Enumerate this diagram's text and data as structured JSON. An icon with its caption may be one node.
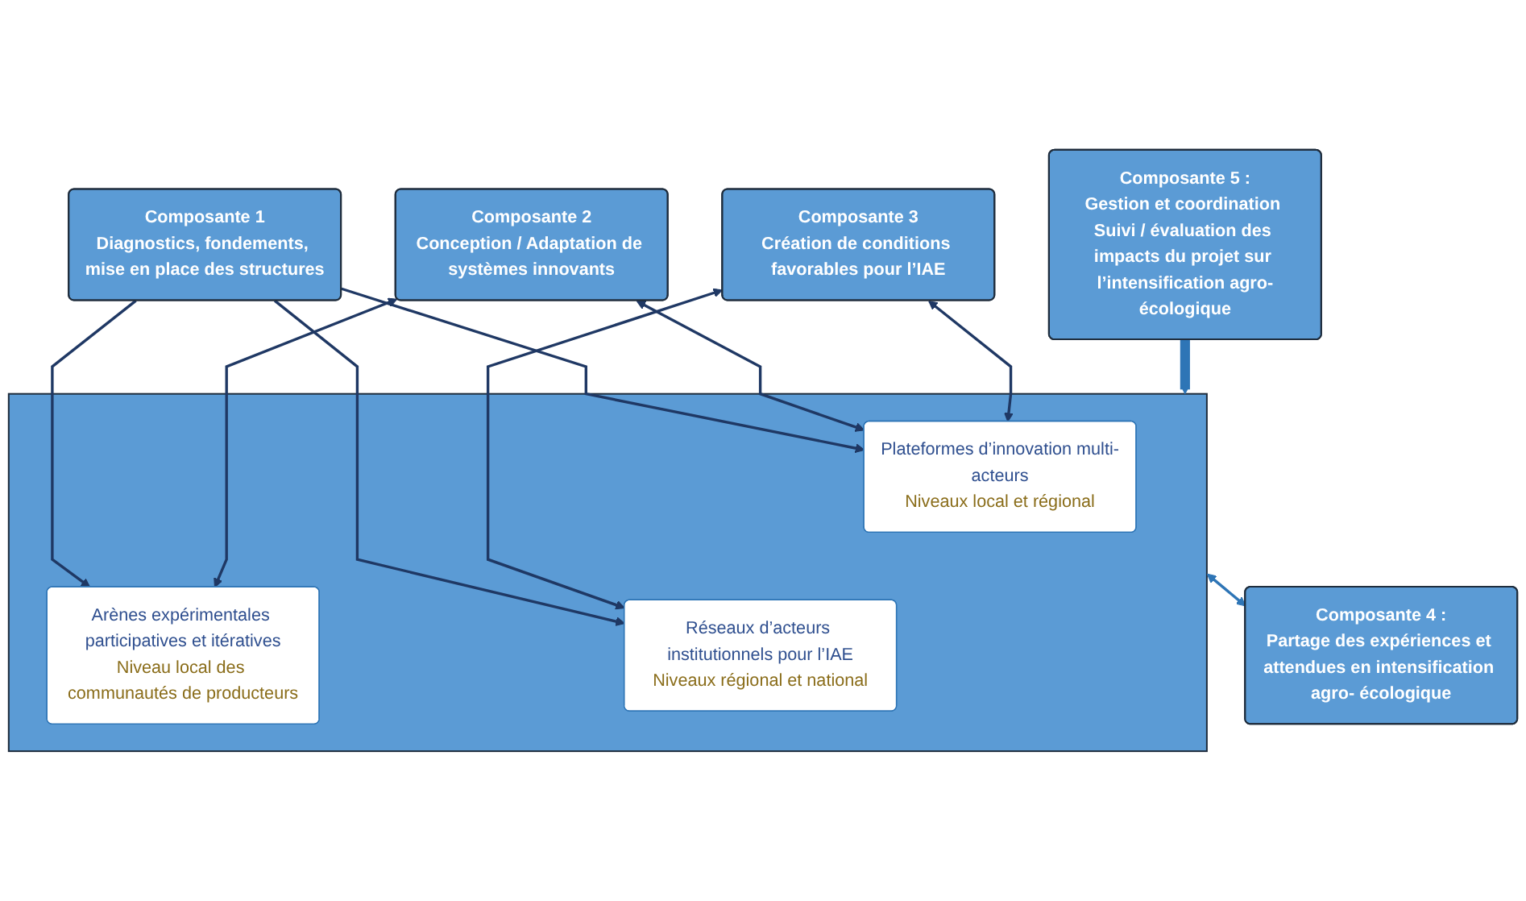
{
  "diagram": {
    "nodes": [
      {
        "text": [
          "Composante 1",
          "Diagnostics, fondements, mise en place des structures"
        ]
      },
      {
        "text": [
          "Composante 5 :",
          "Gestion et coordination Suivi / évaluation des impacts du projet sur l’intensification agro-écologique"
        ]
      },
      {
        "text": [],
        "shape": "triangle"
      },
      {
        "text": [
          "Plateformes d’innovation multi-acteurs",
          "Niveaux local et régional"
        ],
        "in": 2
      },
      {
        "text": [
          "Arènes expérimentales participatives et itératives",
          "Niveau local des communautés de producteurs"
        ],
        "in": 2
      },
      {
        "text": [
          "Réseaux d’acteurs institutionnels pour l’IAE",
          "Niveaux régional et national"
        ],
        "in": 2
      },
      {
        "text": [
          "Composante 2",
          "Conception / Adaptation de systèmes innovants"
        ]
      },
      {
        "text": [
          "Composante 3",
          "Création de conditions favorables pour l’IAE"
        ]
      },
      {
        "text": [
          "Composante 4 :",
          "Partage des expériences et attendues en intensification agro- écologique"
        ]
      }
    ],
    "edges": [
      {
        "from": 0,
        "to": 4,
        "arrow": "to"
      },
      {
        "from": 0,
        "to": 3,
        "arrow": "to"
      },
      {
        "from": 0,
        "to": 5,
        "arrow": "to"
      },
      {
        "from": 6,
        "to": 3,
        "arrow": "both"
      },
      {
        "from": 6,
        "to": 4,
        "arrow": "both"
      },
      {
        "from": 7,
        "to": 3,
        "arrow": "both"
      },
      {
        "from": 7,
        "to": 5,
        "arrow": "both"
      },
      {
        "from": 2,
        "to": 8,
        "arrow": "both",
        "color": "#2e75b6"
      },
      {
        "from": 1,
        "to": 2,
        "arrow": "to",
        "style": "thick",
        "color": "#2e75b6"
      }
    ]
  }
}
